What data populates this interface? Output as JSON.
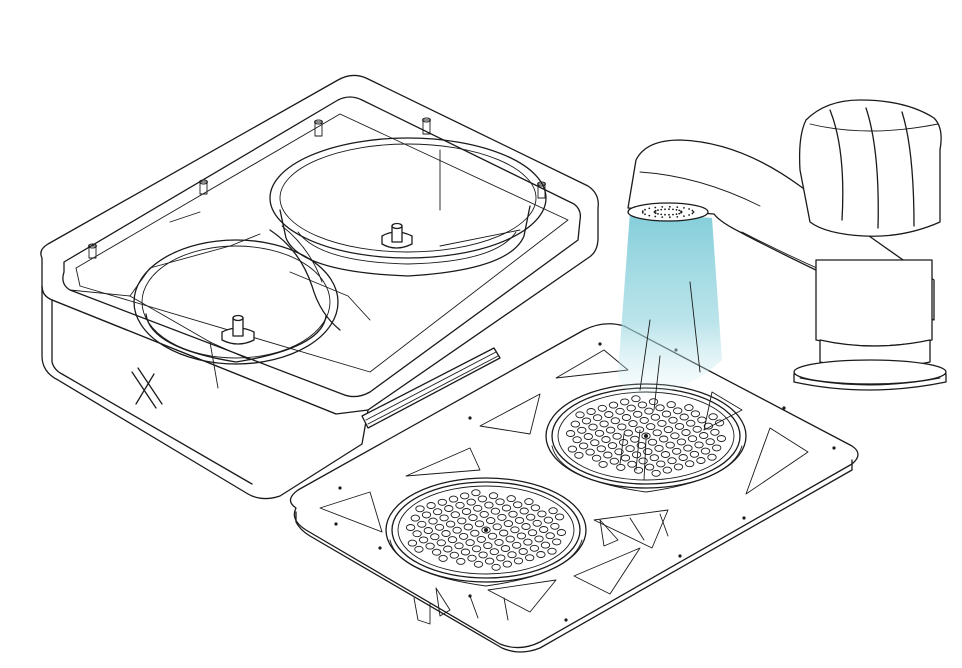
{
  "illustration": {
    "logo_mark": "X",
    "water_color": "#7ccbd8",
    "line_color": "#1a1a1a",
    "background": "#ffffff",
    "parts": [
      "container-box",
      "perforated-plate",
      "faucet"
    ]
  }
}
